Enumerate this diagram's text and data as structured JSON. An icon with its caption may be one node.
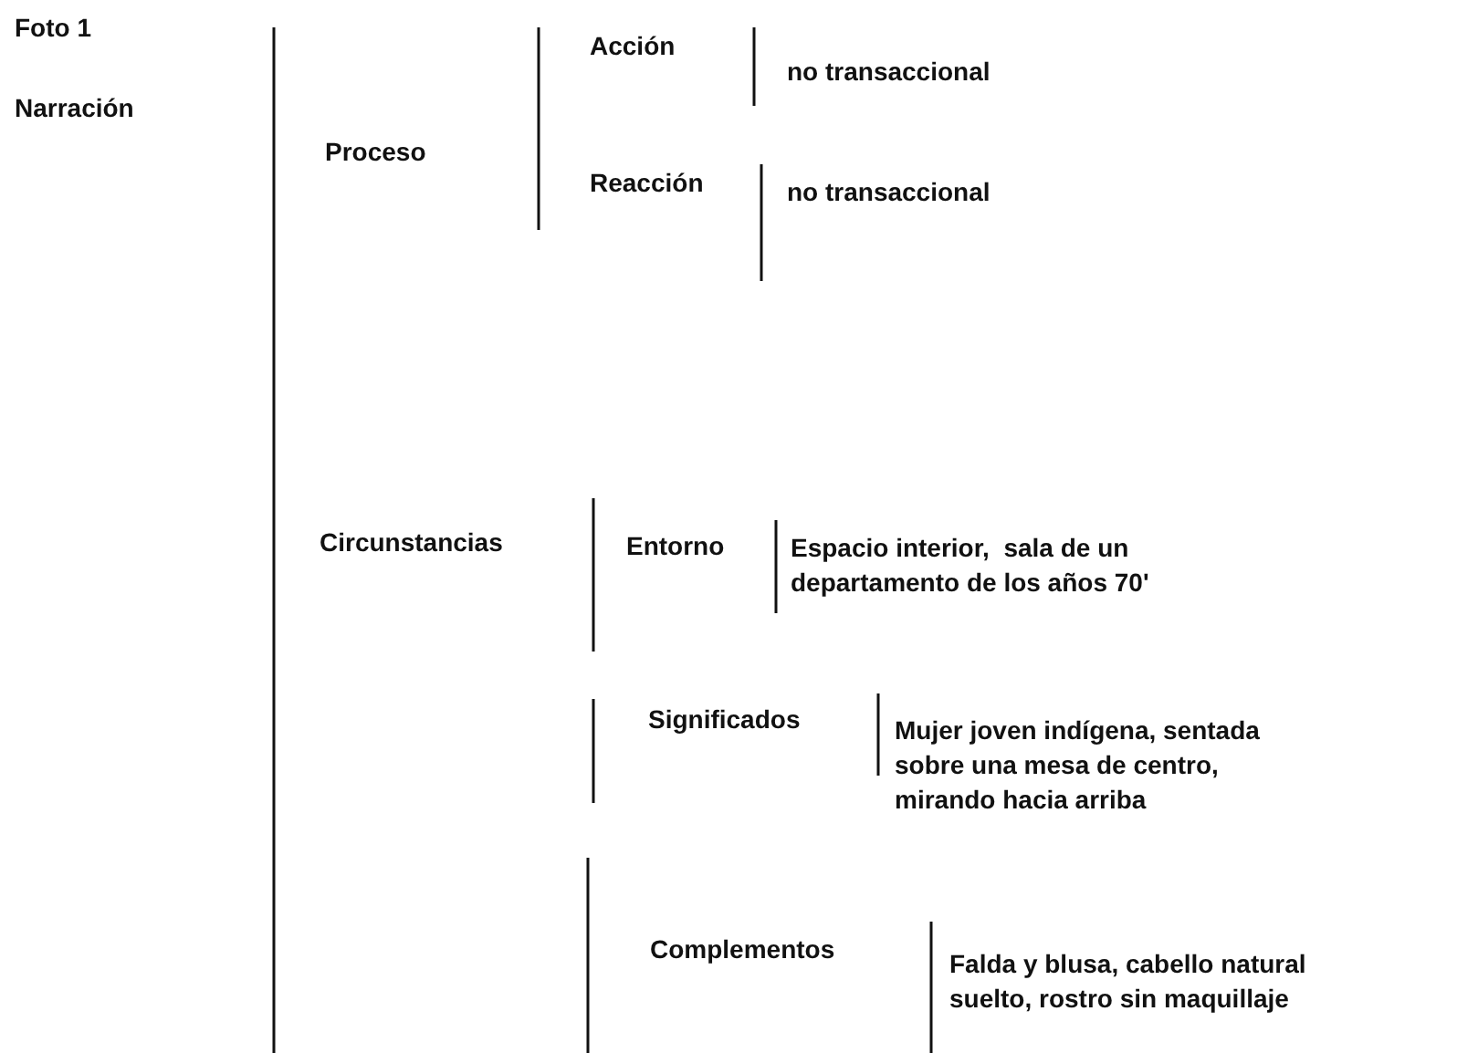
{
  "diagram": {
    "labels": [
      "Foto 1",
      "Narración",
      "Proceso",
      "Acción",
      "no transaccional",
      "Reacción",
      "no transaccional",
      "Circunstancias",
      "Entorno",
      "Espacio interior,  sala de un departamento de los años 70'",
      "Significados",
      "Mujer joven indígena, sentada sobre una mesa de centro, mirando hacia arriba",
      "Complementos",
      "Falda y blusa, cabello natural suelto, rostro sin maquillaje"
    ]
  }
}
